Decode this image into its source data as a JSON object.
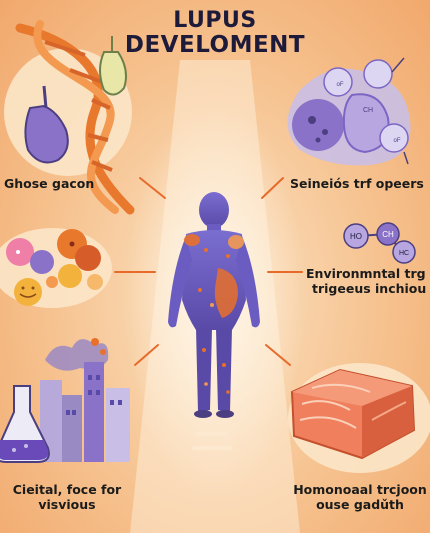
{
  "title": {
    "line1": "LUPUS",
    "line2": "DEVELOMENT"
  },
  "labels": {
    "top_left": "Ghose gacon",
    "top_right": "Seineiós trf opeers",
    "mid_right_line1": "Environmntal trg",
    "mid_right_line2": "trigeeus inchiou",
    "bottom_left_line1": "Cieital, foce for",
    "bottom_left_line2": "visvious",
    "bottom_right_line1": "Homonoaal trcjoon",
    "bottom_right_line2": "ouse gadǔth"
  },
  "molecule_labels": {
    "a": "HO",
    "b": "CH",
    "c": "HC",
    "d": "CH",
    "e": "oF",
    "f": "oF"
  },
  "colors": {
    "background_center": "#fbe3c4",
    "background_edge": "#f1a86c",
    "figure": "#6a5cc0",
    "inflammation": "#e8702a",
    "dna_orange": "#e8782c",
    "purple_cell": "#8a72c8",
    "salmon": "#f07f5e"
  }
}
